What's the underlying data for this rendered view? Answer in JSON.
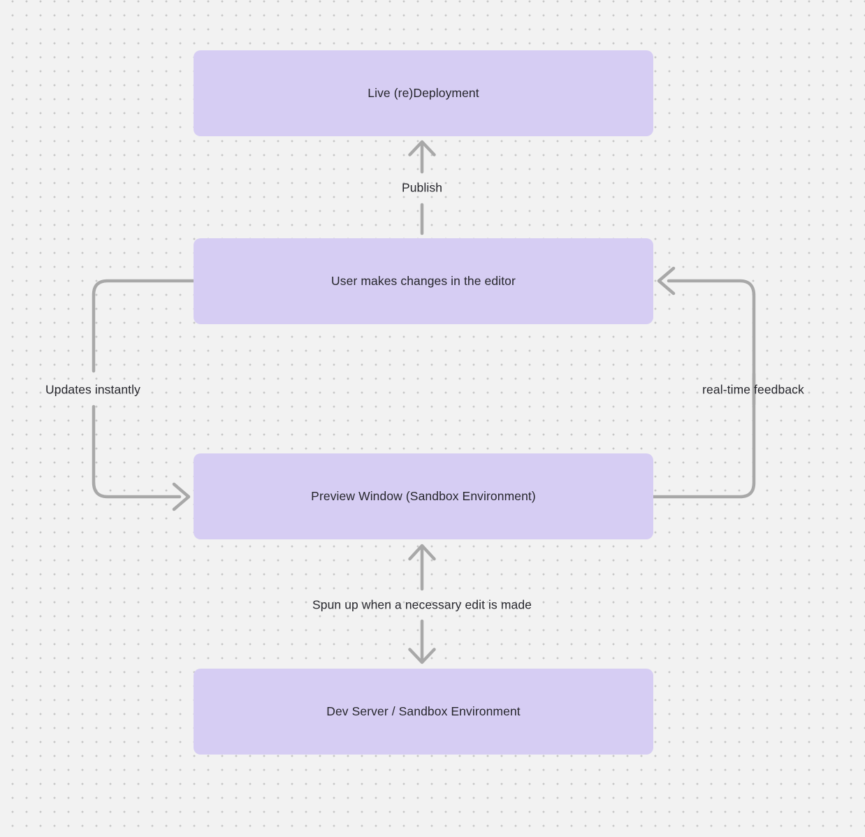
{
  "diagram": {
    "nodes": [
      {
        "label": "Live (re)Deployment"
      },
      {
        "label": "User makes changes in the editor"
      },
      {
        "label": "Preview Window (Sandbox Environment)"
      },
      {
        "label": "Dev Server / Sandbox Environment"
      }
    ],
    "edges": [
      {
        "id": "publish",
        "label": "Publish",
        "from": "User makes changes in the editor",
        "to": "Live (re)Deployment",
        "direction": "up"
      },
      {
        "id": "updates-instantly",
        "label": "Updates instantly",
        "from": "User makes changes in the editor",
        "to": "Preview Window (Sandbox Environment)",
        "direction": "left-loop-down"
      },
      {
        "id": "realtime-feedback",
        "label": "real-time feedback",
        "from": "Preview Window (Sandbox Environment)",
        "to": "User makes changes in the editor",
        "direction": "right-loop-up"
      },
      {
        "id": "spun-up",
        "label": "Spun up when a necessary edit is made",
        "from": "Preview Window (Sandbox Environment)",
        "to": "Dev Server / Sandbox Environment",
        "direction": "bidirectional"
      }
    ],
    "colors": {
      "background": "#f2f2f2",
      "dot": "#c7c7c7",
      "node_fill": "#d6cdf3",
      "arrow": "#a8a8a8",
      "text": "#26262c"
    }
  }
}
